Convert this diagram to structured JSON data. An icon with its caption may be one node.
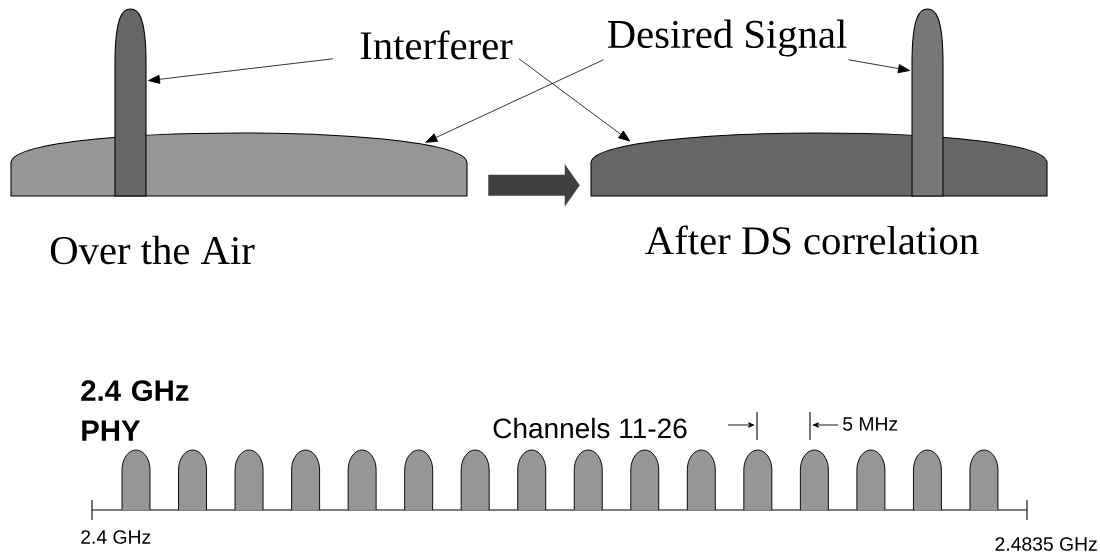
{
  "diagram": {
    "nodes": [
      {
        "text": [
          "Interferer"
        ]
      },
      {
        "text": [
          "Desired Signal"
        ]
      },
      {
        "text": [],
        "shape": "bar"
      },
      {
        "text": [],
        "shape": "band"
      },
      {
        "text": [],
        "shape": "band"
      },
      {
        "text": [],
        "shape": "bar"
      }
    ],
    "edges": [
      {
        "from": 0,
        "to": 2,
        "arrow": "to"
      },
      {
        "from": 0,
        "to": 4,
        "arrow": "to"
      },
      {
        "from": 1,
        "to": 3,
        "arrow": "to"
      },
      {
        "from": 1,
        "to": 5,
        "arrow": "to"
      },
      {
        "from": 3,
        "to": 4,
        "arrow": "to",
        "style": "thick",
        "color": "#404040"
      }
    ],
    "labels": [
      "Over the Air",
      "After DS correlation",
      "2.4 GHz PHY",
      "Channels 11-26",
      "5 MHz",
      "2.4 GHz",
      "2.4835 GHz"
    ]
  }
}
